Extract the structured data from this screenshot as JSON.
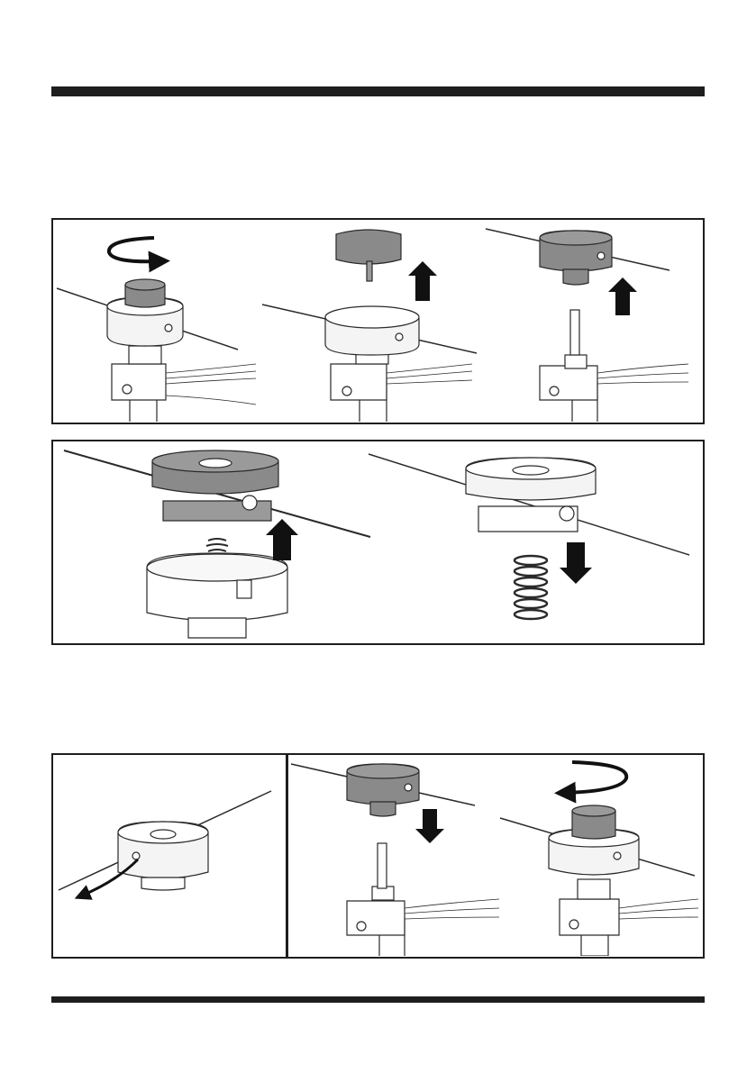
{
  "page": {
    "sections": [
      {
        "id": "remove-spool",
        "steps": [
          "unscrew-knob",
          "lift-knob",
          "lift-spool"
        ]
      },
      {
        "id": "disassemble-spool",
        "steps": [
          "lift-reel",
          "remove-spring"
        ]
      },
      {
        "id": "reassemble",
        "steps": [
          "thread-line",
          "lower-spool",
          "screw-knob"
        ]
      }
    ]
  },
  "colors": {
    "frame": "#1e1e1e",
    "metal_light": "#f4f4f4",
    "part_dark": "#8a8a8a",
    "outline": "#2a2a2a",
    "arrow": "#111111"
  },
  "icons": [
    "rotate-arrow-icon",
    "up-arrow-icon",
    "down-arrow-icon",
    "pull-arrow-icon"
  ]
}
